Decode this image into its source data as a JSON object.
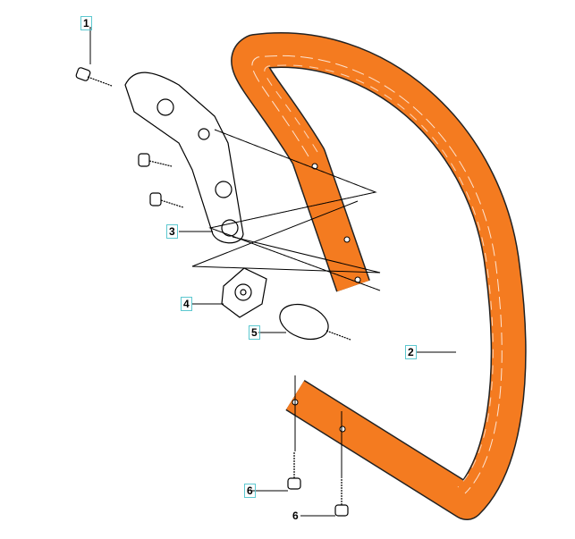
{
  "colors": {
    "handle": "#f47b20",
    "label_border": "#5cc8d0"
  },
  "callouts": [
    {
      "number": "1",
      "boxed": true
    },
    {
      "number": "2",
      "boxed": true
    },
    {
      "number": "3",
      "boxed": true
    },
    {
      "number": "4",
      "boxed": true
    },
    {
      "number": "5",
      "boxed": true
    },
    {
      "number": "6",
      "boxed": true
    },
    {
      "number": "6",
      "boxed": false
    }
  ]
}
